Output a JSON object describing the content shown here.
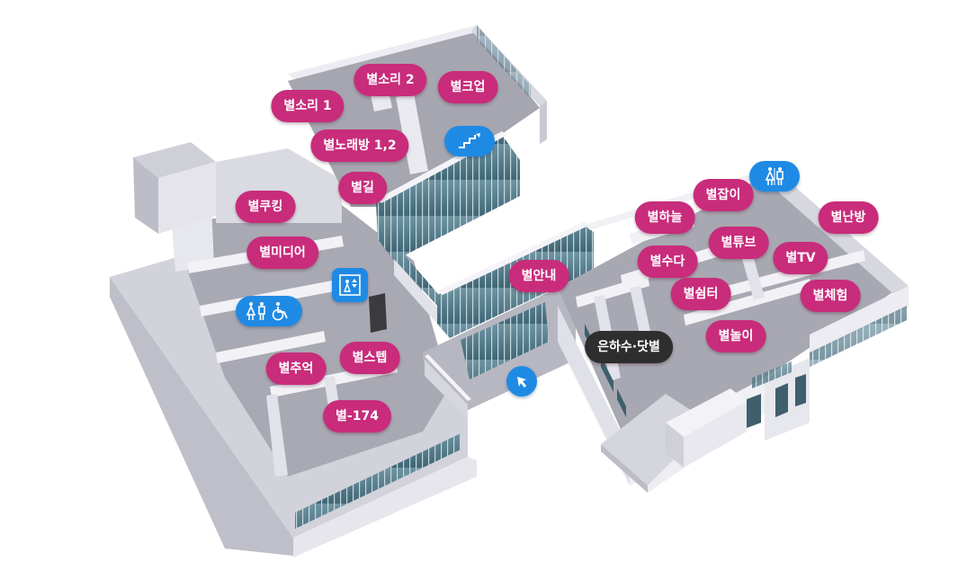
{
  "map": {
    "labels": [
      {
        "id": "byeolsori-1",
        "text": "별소리 1"
      },
      {
        "id": "byeolsori-2",
        "text": "별소리 2"
      },
      {
        "id": "byeolkeup",
        "text": "별크업"
      },
      {
        "id": "byeolnoraebang",
        "text": "별노래방 1,2"
      },
      {
        "id": "byeolgil",
        "text": "별길"
      },
      {
        "id": "byeolkooking",
        "text": "별쿠킹"
      },
      {
        "id": "byeolmidieo",
        "text": "별미디어"
      },
      {
        "id": "byeolannae",
        "text": "별안내"
      },
      {
        "id": "byeolchueok",
        "text": "별추억"
      },
      {
        "id": "byeolstep",
        "text": "별스텝"
      },
      {
        "id": "byeol-174",
        "text": "별-174"
      },
      {
        "id": "byeolhaneul",
        "text": "별하늘"
      },
      {
        "id": "byeoljabi",
        "text": "별잡이"
      },
      {
        "id": "byeolnanbang",
        "text": "별난방"
      },
      {
        "id": "byeoltyubeu",
        "text": "별튜브"
      },
      {
        "id": "byeolsuda",
        "text": "별수다"
      },
      {
        "id": "byeoltv",
        "text": "별TV"
      },
      {
        "id": "byeolswimteo",
        "text": "별쉼터"
      },
      {
        "id": "byeolcheheom",
        "text": "별체험"
      },
      {
        "id": "byeolnori",
        "text": "별놀이"
      },
      {
        "id": "eunhasu-datbyeol",
        "text": "은하수·닷별"
      }
    ],
    "icons": [
      {
        "id": "stairs",
        "icon": "stairs-icon"
      },
      {
        "id": "restroom-east",
        "icon": "restroom-icon"
      },
      {
        "id": "elevator",
        "icon": "elevator-icon"
      },
      {
        "id": "restroom-west",
        "icon": "restroom-accessible-icon"
      },
      {
        "id": "entrance",
        "icon": "entrance-arrow-icon"
      }
    ],
    "colors": {
      "label": "#c82c7b",
      "label_dark": "#2e2e2e",
      "facility": "#1f8ae4",
      "glass": "#4e7c8c"
    }
  }
}
